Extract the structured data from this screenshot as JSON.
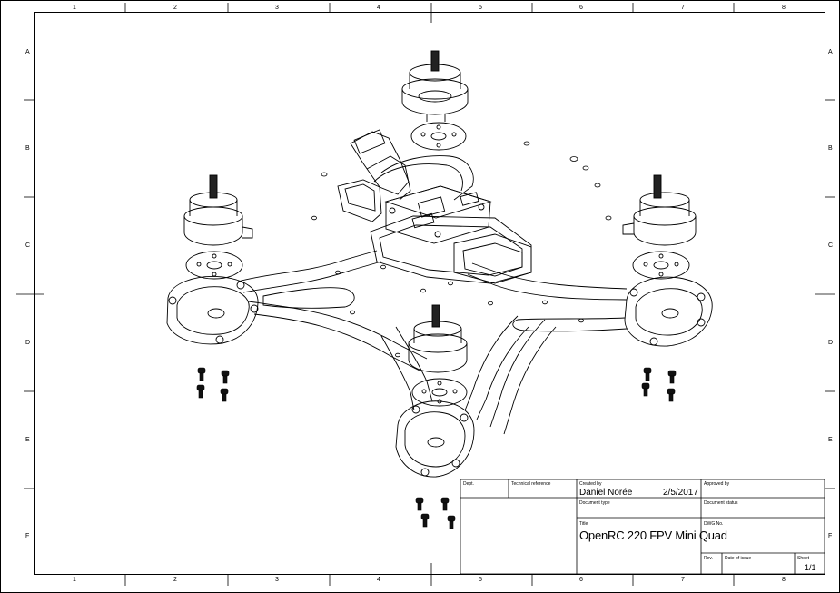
{
  "zones": {
    "columns": [
      "1",
      "2",
      "3",
      "4",
      "5",
      "6",
      "7",
      "8"
    ],
    "rows": [
      "A",
      "B",
      "C",
      "D",
      "E",
      "F"
    ]
  },
  "title_block": {
    "dept_label": "Dept.",
    "tech_ref_label": "Technical reference",
    "created_by_label": "Created by",
    "created_by": "Daniel Norée",
    "date": "2/5/2017",
    "approved_by_label": "Approved by",
    "doc_type_label": "Document type",
    "doc_status_label": "Document status",
    "title_label": "Title",
    "title": "OpenRC 220 FPV Mini Quad",
    "dwg_no_label": "DWG No.",
    "rev_label": "Rev.",
    "date_of_issue_label": "Date of issue",
    "sheet_label": "Sheet",
    "sheet": "1/1"
  }
}
